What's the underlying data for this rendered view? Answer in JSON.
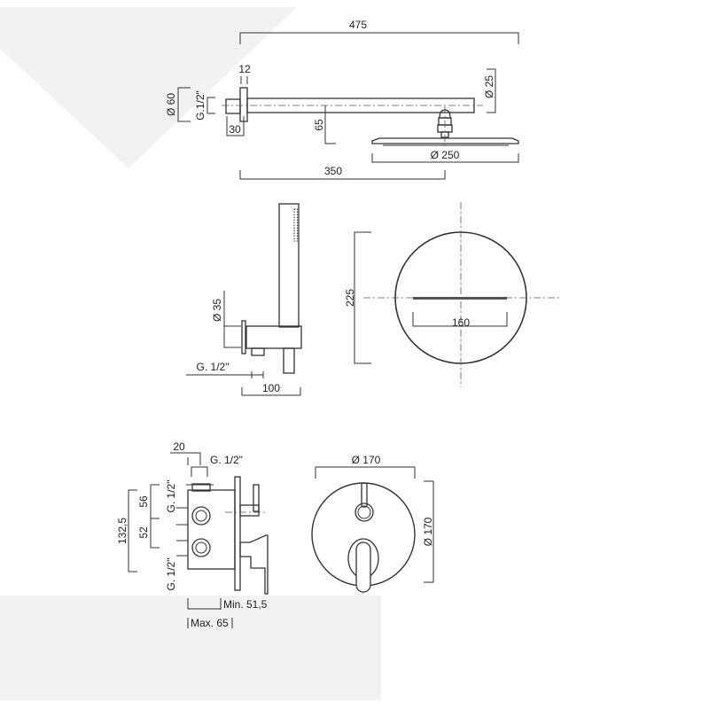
{
  "background": {
    "shade_color": "#f2f2f2",
    "line_color": "#333333"
  },
  "shower_arm": {
    "overall_length": "475",
    "flange_thickness": "12",
    "flange_diameter": "Ø 60",
    "thread": "G.1/2\"",
    "stub_length": "30",
    "drop": "65",
    "arm_diameter": "Ø 25",
    "head_diameter": "Ø 250",
    "head_offset": "350"
  },
  "hand_shower": {
    "holder_diameter": "Ø 35",
    "thread": "G. 1/2\"",
    "projection": "100"
  },
  "round_head_top": {
    "diameter": "225",
    "slot_length": "160"
  },
  "mixer_side": {
    "top_offset": "20",
    "top_thread": "G. 1/2\"",
    "total_height": "132,5",
    "upper_spacing": "56",
    "lower_spacing": "52",
    "upper_thread": "G. 1/2\"",
    "lower_thread": "G. 1/2\"",
    "min_depth": "Min. 51,5",
    "max_depth": "Max. 65"
  },
  "mixer_front": {
    "width": "Ø 170",
    "height": "Ø 170"
  }
}
